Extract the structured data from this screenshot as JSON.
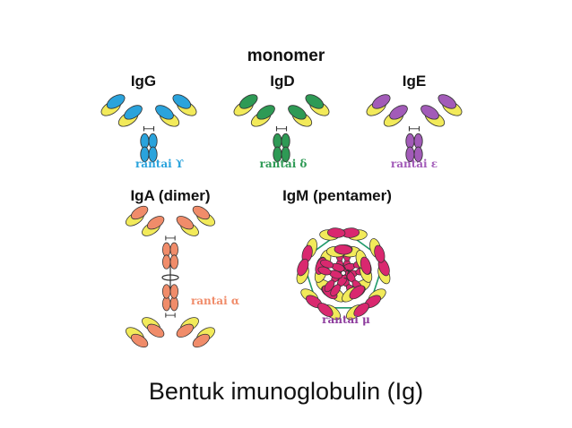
{
  "header": {
    "title": "monomer"
  },
  "monomers": [
    {
      "name": "IgG",
      "chain_label": "rantai ϒ",
      "color": "#2aa3dc"
    },
    {
      "name": "IgD",
      "chain_label": "rantai δ",
      "color": "#2e9a55"
    },
    {
      "name": "IgE",
      "chain_label": "rantai ε",
      "color": "#a25bb8"
    }
  ],
  "iga": {
    "name": "IgA (dimer)",
    "chain_label": "rantai α",
    "color": "#f08c6a"
  },
  "igm": {
    "name": "IgM (pentamer)",
    "chain_label": "rantai μ",
    "color": "#d9286f"
  },
  "colors": {
    "light_chain": "#f2ea5a",
    "outline": "#333333",
    "linker": "#1f9a6b",
    "chain_text_igm": "#8e3d9e"
  },
  "caption": "Bentuk imunoglobulin (Ig)"
}
